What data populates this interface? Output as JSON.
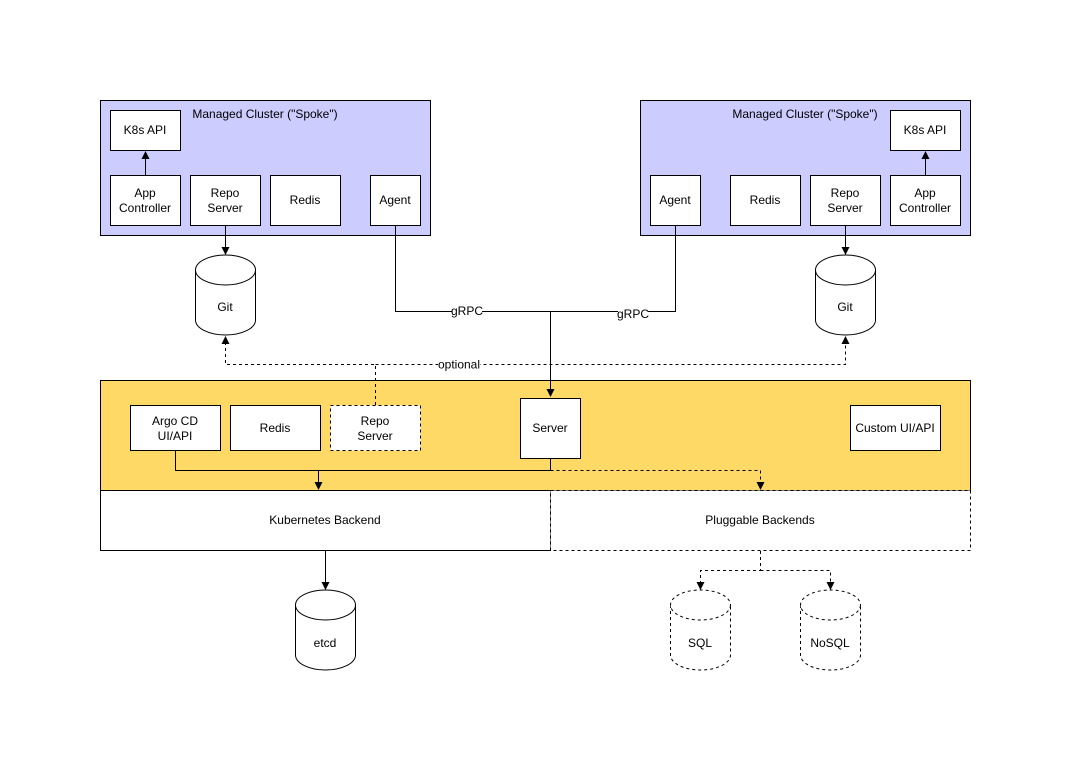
{
  "spoke_left": {
    "title": "Managed Cluster (\"Spoke\")",
    "k8s_api": "K8s API",
    "app_controller": [
      "App",
      "Controller"
    ],
    "repo_server": [
      "Repo",
      "Server"
    ],
    "redis": "Redis",
    "agent": "Agent",
    "git": "Git"
  },
  "spoke_right": {
    "title": "Managed Cluster (\"Spoke\")",
    "k8s_api": "K8s API",
    "app_controller": [
      "App",
      "Controller"
    ],
    "repo_server": [
      "Repo",
      "Server"
    ],
    "redis": "Redis",
    "agent": "Agent",
    "git": "Git"
  },
  "connections": {
    "grpc_left": "gRPC",
    "grpc_right": "gRPC",
    "optional": "optional"
  },
  "hub": {
    "argo_ui": [
      "Argo CD",
      "UI/API"
    ],
    "redis": "Redis",
    "repo_server": [
      "Repo",
      "Server"
    ],
    "server": "Server",
    "custom_ui": "Custom UI/API"
  },
  "backends": {
    "kubernetes": "Kubernetes Backend",
    "pluggable": "Pluggable Backends"
  },
  "stores": {
    "etcd": "etcd",
    "sql": "SQL",
    "nosql": "NoSQL"
  },
  "colors": {
    "spoke_fill": "#ccccff",
    "hub_fill": "#ffd966",
    "stroke": "#000000",
    "box_fill": "#ffffff"
  }
}
